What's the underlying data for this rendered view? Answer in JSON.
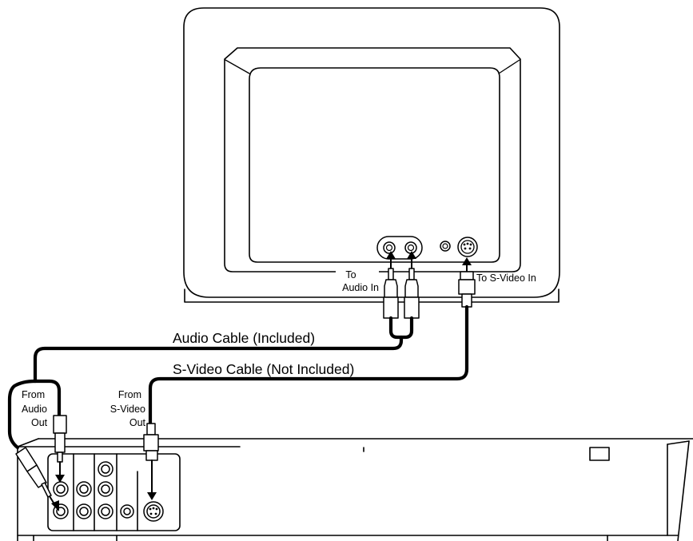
{
  "labels": {
    "to_audio_in_line1": "To",
    "to_audio_in_line2": "Audio In",
    "to_svideo_in": "To S-Video In",
    "audio_cable": "Audio Cable (Included)",
    "svideo_cable": "S-Video Cable (Not Included)",
    "from_audio_out_line1": "From",
    "from_audio_out_line2": "Audio",
    "from_audio_out_line3": "Out",
    "from_svideo_out_line1": "From",
    "from_svideo_out_line2": "S-Video",
    "from_svideo_out_line3": "Out"
  },
  "colors": {
    "line": "#000000",
    "background": "#ffffff"
  }
}
